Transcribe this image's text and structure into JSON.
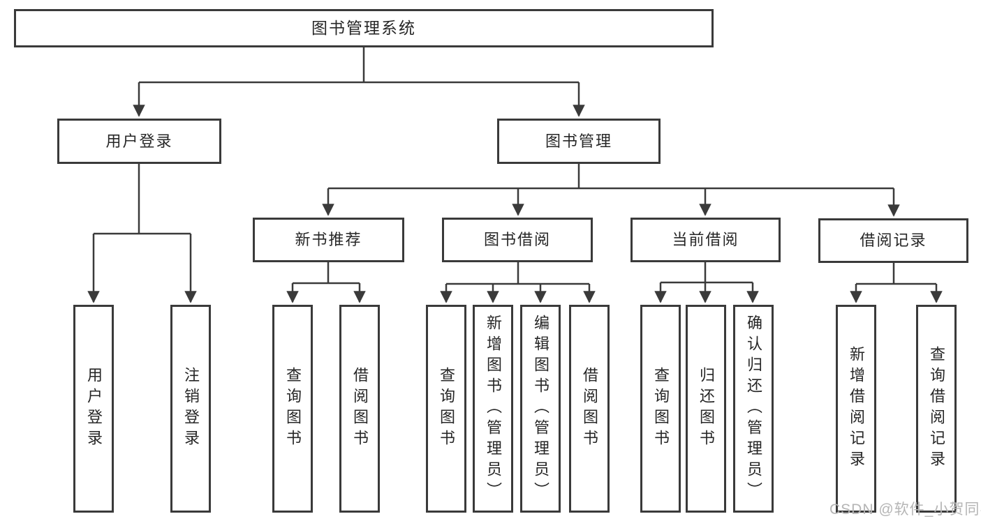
{
  "diagram_title": "图书管理系统",
  "nodes": {
    "root": {
      "label": "图书管理系统"
    },
    "user_login": {
      "label": "用户登录"
    },
    "book_mgmt": {
      "label": "图书管理"
    },
    "new_book_rec": {
      "label": "新书推荐"
    },
    "book_borrow": {
      "label": "图书借阅"
    },
    "current_borrow": {
      "label": "当前借阅"
    },
    "borrow_records": {
      "label": "借阅记录"
    },
    "leaf_user_login": {
      "label": "用户登录"
    },
    "leaf_logout": {
      "label": "注销登录"
    },
    "leaf_rec_query_book": {
      "label": "查询图书"
    },
    "leaf_rec_borrow_book": {
      "label": "借阅图书"
    },
    "leaf_bb_query_book": {
      "label": "查询图书"
    },
    "leaf_bb_add_book": {
      "label": "新增图书（管理员）"
    },
    "leaf_bb_edit_book": {
      "label": "编辑图书（管理员）"
    },
    "leaf_bb_borrow_book": {
      "label": "借阅图书"
    },
    "leaf_cb_query_book": {
      "label": "查询图书"
    },
    "leaf_cb_return_book": {
      "label": "归还图书"
    },
    "leaf_cb_confirm_return": {
      "label": "确认归还（管理员）"
    },
    "leaf_br_add_record": {
      "label": "新增借阅记录"
    },
    "leaf_br_query_record": {
      "label": "查询借阅记录"
    }
  },
  "hierarchy": {
    "图书管理系统": {
      "用户登录": [
        "用户登录",
        "注销登录"
      ],
      "图书管理": {
        "新书推荐": [
          "查询图书",
          "借阅图书"
        ],
        "图书借阅": [
          "查询图书",
          "新增图书（管理员）",
          "编辑图书（管理员）",
          "借阅图书"
        ],
        "当前借阅": [
          "查询图书",
          "归还图书",
          "确认归还（管理员）"
        ],
        "借阅记录": [
          "新增借阅记录",
          "查询借阅记录"
        ]
      }
    }
  },
  "watermark": {
    "text": "CSDN @软件_小贺同学"
  },
  "colors": {
    "line": "#3a3a3a",
    "box_border": "#3a3a3a",
    "box_fill": "#ffffff",
    "text": "#262626",
    "watermark": "#b5b5b5",
    "background": "#ffffff"
  }
}
